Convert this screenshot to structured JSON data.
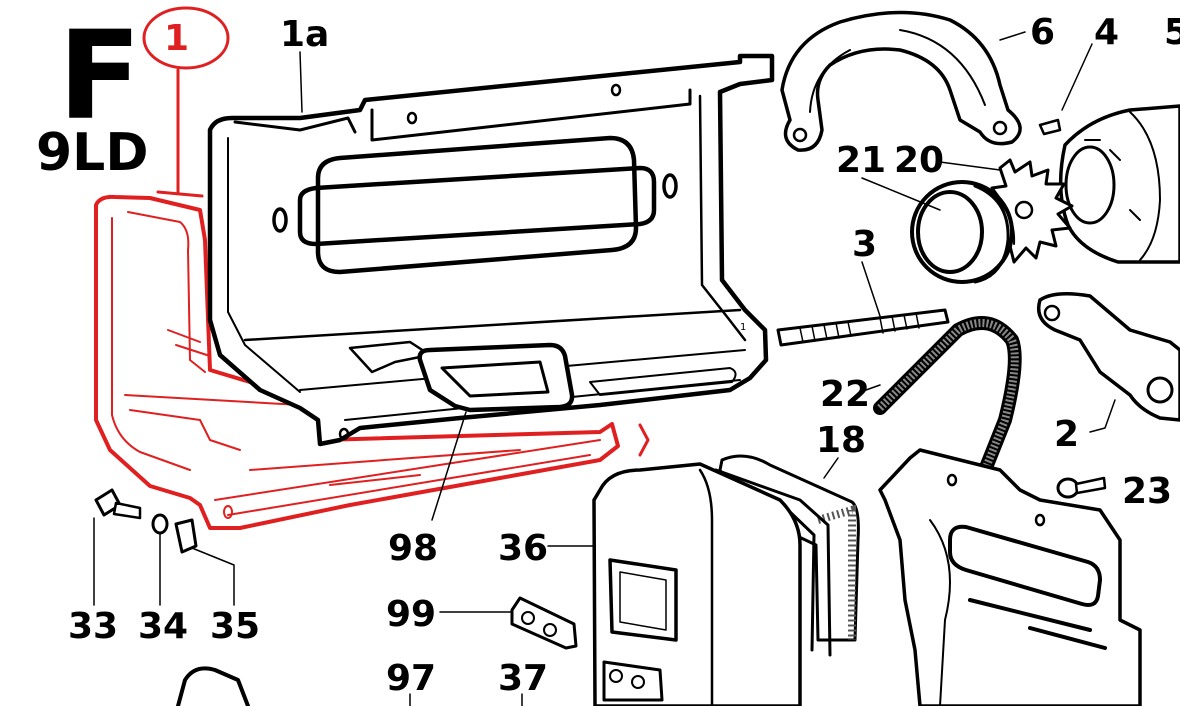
{
  "title": {
    "section_letter": "F",
    "model": "9LD",
    "highlighted_ref": "1",
    "highlight_color": "#e02020"
  },
  "callouts": {
    "c1a": "1a",
    "c6": "6",
    "c4": "4",
    "c5": "5",
    "c21": "21",
    "c20": "20",
    "c3": "3",
    "c22": "22",
    "c18": "18",
    "c2": "2",
    "c23": "23",
    "c98": "98",
    "c36": "36",
    "c33": "33",
    "c34": "34",
    "c35": "35",
    "c99": "99",
    "c97": "97",
    "c37": "37"
  }
}
